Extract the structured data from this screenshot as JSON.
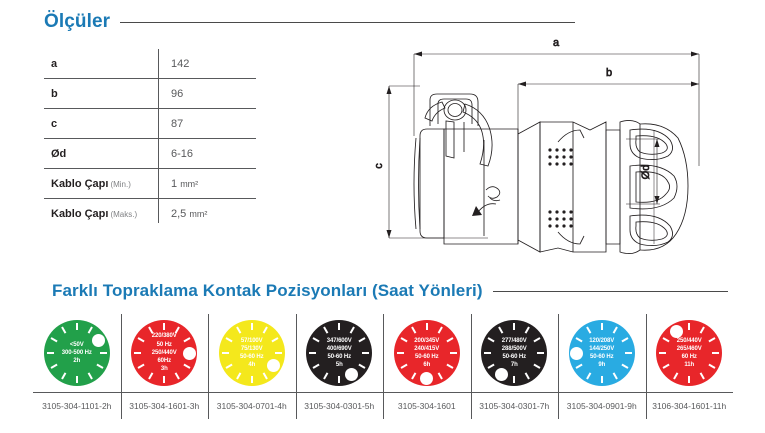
{
  "sections": {
    "dimensions_heading": "Ölçüler",
    "grounding_heading": "Farklı Topraklama Kontak Pozisyonları (Saat Yönleri)"
  },
  "colors": {
    "heading_blue": "#1b7ab5",
    "rule_gray": "#4a4a4a",
    "table_line": "#58595b",
    "value_text": "#58595b",
    "label_text": "#231f20"
  },
  "dimensions_table": {
    "rows": [
      {
        "label": "a",
        "sub": "",
        "value": "142",
        "unit": ""
      },
      {
        "label": "b",
        "sub": "",
        "value": "96",
        "unit": ""
      },
      {
        "label": "c",
        "sub": "",
        "value": "87",
        "unit": ""
      },
      {
        "label": "Ød",
        "sub": "",
        "value": "6-16",
        "unit": ""
      },
      {
        "label": "Kablo Çapı",
        "sub": "(Min.)",
        "value": "1",
        "unit": "mm²"
      },
      {
        "label": "Kablo Çapı",
        "sub": "(Maks.)",
        "value": "2,5",
        "unit": "mm²"
      }
    ]
  },
  "drawing": {
    "labels": {
      "a": "a",
      "b": "b",
      "c": "c",
      "d": "Ød"
    }
  },
  "dials": [
    {
      "color": "#22a04a",
      "dot_hour": 2,
      "lines": [
        "<50V",
        "300-500 Hz",
        "2h"
      ],
      "part_no": "3105-304-1101-2h"
    },
    {
      "color": "#e8262a",
      "dot_hour": 3,
      "lines": [
        "220/380V",
        "50 Hz",
        "250/440V",
        "60Hz",
        "3h"
      ],
      "part_no": "3105-304-1601-3h"
    },
    {
      "color": "#f4e81c",
      "dot_hour": 4,
      "lines": [
        "57/100V",
        "75/130V",
        "50-60 Hz",
        "4h"
      ],
      "part_no": "3105-304-0701-4h"
    },
    {
      "color": "#231f20",
      "dot_hour": 5,
      "lines": [
        "347/600V",
        "400/690V",
        "50-60 Hz",
        "5h"
      ],
      "part_no": "3105-304-0301-5h"
    },
    {
      "color": "#e8262a",
      "dot_hour": 6,
      "lines": [
        "200/345V",
        "240/415V",
        "50-60 Hz",
        "6h"
      ],
      "part_no": "3105-304-1601"
    },
    {
      "color": "#231f20",
      "dot_hour": 7,
      "lines": [
        "277/480V",
        "288/500V",
        "50-60 Hz",
        "7h"
      ],
      "part_no": "3105-304-0301-7h"
    },
    {
      "color": "#29abe2",
      "dot_hour": 9,
      "lines": [
        "120/208V",
        "144/250V",
        "50-60 Hz",
        "9h"
      ],
      "part_no": "3105-304-0901-9h"
    },
    {
      "color": "#e8262a",
      "dot_hour": 11,
      "lines": [
        "250/440V",
        "265/460V",
        "60 Hz",
        "11h"
      ],
      "part_no": "3106-304-1601-11h"
    }
  ]
}
